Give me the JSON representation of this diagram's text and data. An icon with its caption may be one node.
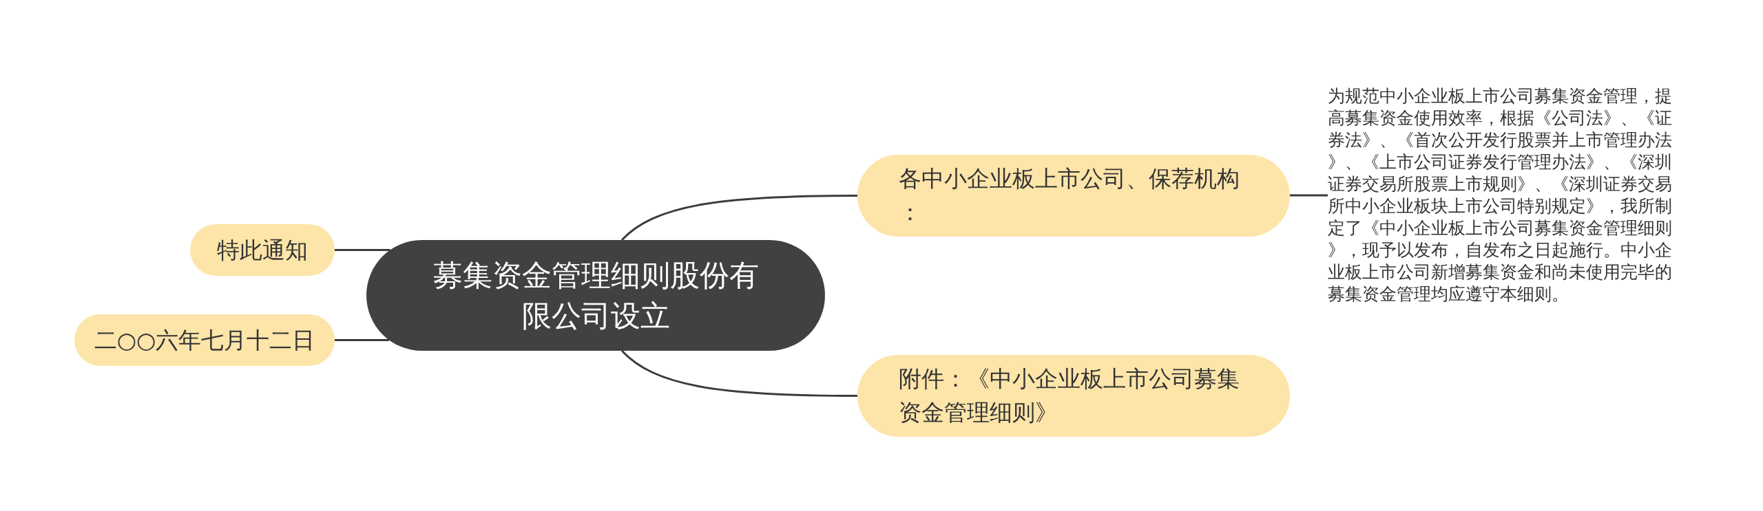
{
  "diagram": {
    "nodes": [
      {
        "text": [
          "募集资金管理细则股份有限公司设立"
        ]
      },
      {
        "text": [
          "各中小企业板上市公司、保荐机构："
        ]
      },
      {
        "text": [
          "为规范中小企业板上市公司募集资金管理，提高募集资金使用效率，根据《公司法》、《证券法》、《首次公开发行股票并上市管理办法》、《上市公司证券发行管理办法》、《深圳证券交易所股票上市规则》、《深圳证券交易所中小企业板块上市公司特别规定》，我所制定了《中小企业板上市公司募集资金管理细则》，现予以发布，自发布之日起施行。中小企业板上市公司新增募集资金和尚未使用完毕的募集资金管理均应遵守本细则。"
        ]
      },
      {
        "text": [
          "附件：《中小企业板上市公司募集资金管理细则》"
        ]
      },
      {
        "text": [
          "特此通知"
        ]
      },
      {
        "text": [
          "二○○六年七月十二日"
        ]
      }
    ],
    "edges": [
      {
        "from": 0,
        "to": 1,
        "arrow": "none"
      },
      {
        "from": 1,
        "to": 2,
        "arrow": "none"
      },
      {
        "from": 0,
        "to": 3,
        "arrow": "none"
      },
      {
        "from": 0,
        "to": 4,
        "arrow": "none"
      },
      {
        "from": 0,
        "to": 5,
        "arrow": "none"
      }
    ]
  }
}
